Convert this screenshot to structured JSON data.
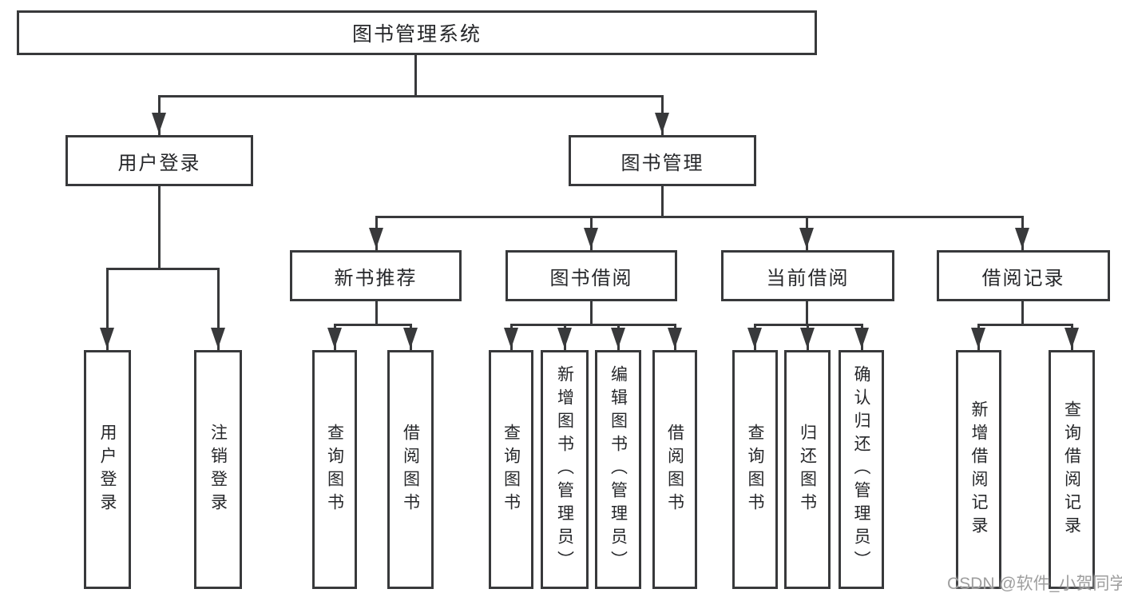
{
  "diagram": {
    "root": "图书管理系统",
    "level2": {
      "user_login": "用户登录",
      "book_mgmt": "图书管理"
    },
    "level3": {
      "new_books": "新书推荐",
      "borrow": "图书借阅",
      "current": "当前借阅",
      "records": "借阅记录"
    },
    "leaves": {
      "user_login": [
        "用户登录",
        "注销登录"
      ],
      "new_books": [
        "查询图书",
        "借阅图书"
      ],
      "borrow": [
        "查询图书",
        "新增图书（管理员）",
        "编辑图书（管理员）",
        "借阅图书"
      ],
      "current": [
        "查询图书",
        "归还图书",
        "确认归还（管理员）"
      ],
      "records": [
        "新增借阅记录",
        "查询借阅记录"
      ]
    }
  },
  "watermark": "CSDN @软件_小贺同学",
  "colors": {
    "line": "#38393b",
    "text": "#26272a",
    "background": "#ffffff",
    "watermark": "#9e9e9e"
  }
}
